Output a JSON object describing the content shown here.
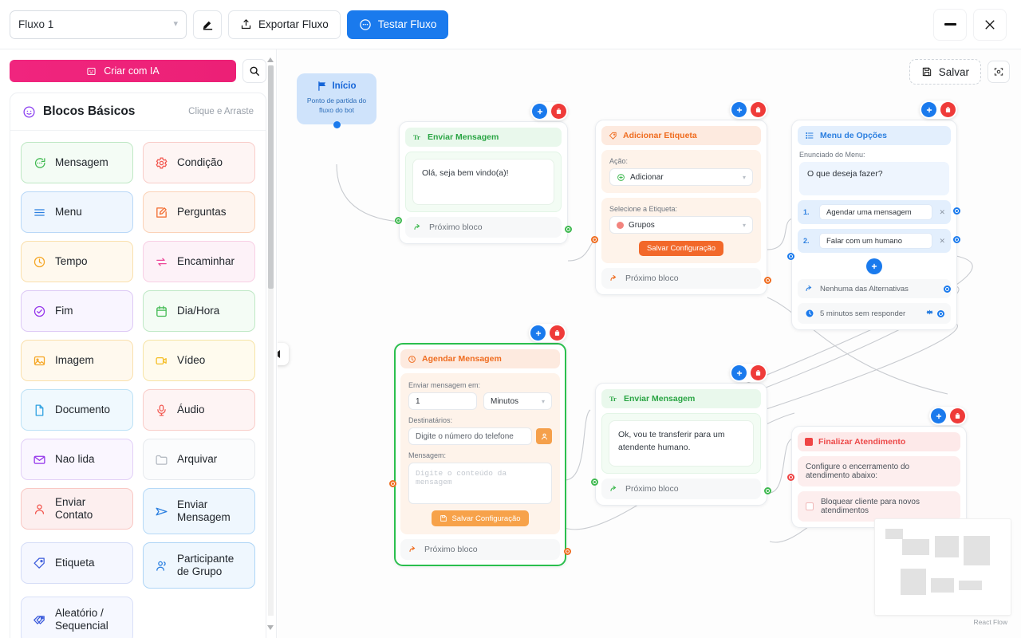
{
  "topbar": {
    "flow_name": "Fluxo 1",
    "caret_icon": "chevron-down-icon",
    "edit_icon": "pencil-icon",
    "export_label": "Exportar Fluxo",
    "export_icon": "upload-icon",
    "test_label": "Testar Fluxo",
    "test_icon": "chat-bubble-icon",
    "minimize_icon": "minimize-icon",
    "close_icon": "close-icon"
  },
  "sidebar": {
    "ai_button": {
      "label": "Criar com IA",
      "icon": "ai-robot-icon",
      "color": "#ec2076"
    },
    "search_icon": "search-icon",
    "panel": {
      "title": "Blocos Básicos",
      "title_icon": "chat-smile-icon",
      "hint": "Clique e Arraste"
    },
    "blocks": [
      {
        "label": "Mensagem",
        "icon": "chat-bubble-icon",
        "color": "#3fb950",
        "bg": "#f4fcf5",
        "border": "#bfe8c5"
      },
      {
        "label": "Condição",
        "icon": "gear-icon",
        "color": "#f2564e",
        "bg": "#fef5f4",
        "border": "#f9cdc9"
      },
      {
        "label": "Menu",
        "icon": "list-icon",
        "color": "#2b7fe0",
        "bg": "#eff6fe",
        "border": "#b9d8f7"
      },
      {
        "label": "Perguntas",
        "icon": "edit-square-icon",
        "color": "#f2682a",
        "bg": "#fef5ef",
        "border": "#fbd2b7"
      },
      {
        "label": "Tempo",
        "icon": "clock-icon",
        "color": "#f5a623",
        "bg": "#fff9ee",
        "border": "#fae0ad"
      },
      {
        "label": "Encaminhar",
        "icon": "forward-arrows-icon",
        "color": "#ec4899",
        "bg": "#fdf2f8",
        "border": "#f8cfe4"
      },
      {
        "label": "Fim",
        "icon": "check-circle-icon",
        "color": "#9333ea",
        "bg": "#f9f5ff",
        "border": "#ddc9f5"
      },
      {
        "label": "Dia/Hora",
        "icon": "calendar-icon",
        "color": "#3fb950",
        "bg": "#f4fcf5",
        "border": "#bfe8c5"
      },
      {
        "label": "Imagem",
        "icon": "image-icon",
        "color": "#f5a623",
        "bg": "#fff9ee",
        "border": "#fae0ad"
      },
      {
        "label": "Vídeo",
        "icon": "video-icon",
        "color": "#f5bd23",
        "bg": "#fffbee",
        "border": "#f6e4a6"
      },
      {
        "label": "Documento",
        "icon": "file-icon",
        "color": "#2b9fe0",
        "bg": "#f0f9fe",
        "border": "#bde2f6"
      },
      {
        "label": "Áudio",
        "icon": "microphone-icon",
        "color": "#f2564e",
        "bg": "#fef4f4",
        "border": "#f9cdc9"
      },
      {
        "label": "Nao lida",
        "icon": "envelope-icon",
        "color": "#9333ea",
        "bg": "#faf6ff",
        "border": "#e2d0f7"
      },
      {
        "label": "Arquivar",
        "icon": "folder-icon",
        "color": "#b4bac2",
        "bg": "#fbfcfd",
        "border": "#e7eaee"
      },
      {
        "label": "Enviar Contato",
        "icon": "user-icon",
        "color": "#f2564e",
        "bg": "#fdefef",
        "border": "#f9c8c4"
      },
      {
        "label": "Enviar Mensagem",
        "icon": "send-plane-icon",
        "color": "#2b7fe0",
        "bg": "#eff7fe",
        "border": "#b6d9f7"
      },
      {
        "label": "Etiqueta",
        "icon": "tag-icon",
        "color": "#3b5bdb",
        "bg": "#f5f7ff",
        "border": "#d5ddf7"
      },
      {
        "label": "Participante de Grupo",
        "icon": "user-group-icon",
        "color": "#2b7fe0",
        "bg": "#eff7fe",
        "border": "#aed5f6"
      },
      {
        "label": "Aleatório / Sequencial",
        "icon": "tag-stack-icon",
        "color": "#3b5bdb",
        "bg": "#f6f8ff",
        "border": "#d9e0f8"
      }
    ]
  },
  "canvas": {
    "save_label": "Salvar",
    "save_icon": "floppy-disk-icon",
    "fit_view_icon": "fit-view-icon",
    "collapse_icon": "chevron-left-icon",
    "attribution": "React Flow",
    "node_add_icon": "plus-icon",
    "node_delete_icon": "trash-icon"
  },
  "nodes": {
    "start": {
      "title": "Início",
      "icon": "flag-icon",
      "subtitle": "Ponto de partida do fluxo do bot"
    },
    "message1": {
      "header": "Enviar Mensagem",
      "header_icon": "text-format-icon",
      "text": "Olá, seja bem vindo(a)!",
      "footer": "Próximo bloco",
      "footer_icon": "arrow-forward-icon"
    },
    "tag": {
      "header": "Adicionar Etiqueta",
      "header_icon": "tag-icon",
      "action_label": "Ação:",
      "action_value": "Adicionar",
      "action_icon": "plus-circle-icon",
      "select_label": "Selecione a Etiqueta:",
      "select_value": "Grupos",
      "select_swatch": "#f2847e",
      "save_label": "Salvar Configuração",
      "footer": "Próximo bloco",
      "footer_icon": "arrow-forward-icon"
    },
    "menu": {
      "header": "Menu de Opções",
      "header_icon": "list-icon",
      "prompt_label": "Enunciado do Menu:",
      "prompt_value": "O que deseja fazer?",
      "options": [
        {
          "num": "1.",
          "value": "Agendar uma mensagem",
          "remove_icon": "close-icon"
        },
        {
          "num": "2.",
          "value": "Falar com um humano",
          "remove_icon": "close-icon"
        }
      ],
      "add_option_icon": "plus-icon",
      "fallback": "Nenhuma das Alternativas",
      "fallback_icon": "arrow-forward-icon",
      "timeout": "5 minutos sem responder",
      "timeout_icon": "clock-icon",
      "timeout_settings_icon": "gear-icon"
    },
    "schedule": {
      "header": "Agendar Mensagem",
      "header_icon": "clock-icon",
      "when_label": "Enviar mensagem em:",
      "when_value": "1",
      "unit_value": "Minutos",
      "recipients_label": "Destinatários:",
      "recipients_placeholder": "Digite o número do telefone",
      "contact_icon": "user-icon",
      "message_label": "Mensagem:",
      "message_placeholder": "Digite o conteúdo da mensagem",
      "save_label": "Salvar Configuração",
      "save_icon": "floppy-disk-icon",
      "footer": "Próximo bloco",
      "footer_icon": "arrow-forward-icon"
    },
    "message2": {
      "header": "Enviar Mensagem",
      "header_icon": "text-format-icon",
      "text": "Ok, vou te transferir para um atendente humano.",
      "footer": "Próximo bloco",
      "footer_icon": "arrow-forward-icon"
    },
    "finish": {
      "header": "Finalizar Atendimento",
      "header_icon": "stop-square-icon",
      "description": "Configure o encerramento do atendimento abaixo:",
      "checkbox_label": "Bloquear cliente para novos atendimentos",
      "checkbox_checked": false
    }
  }
}
